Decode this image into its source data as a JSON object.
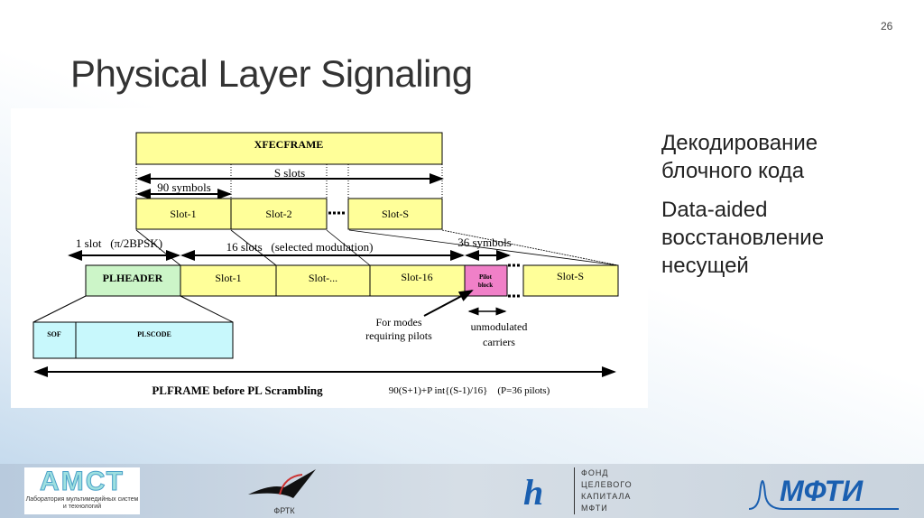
{
  "slide": {
    "number": "26",
    "title": "Physical Layer Signaling"
  },
  "diagram": {
    "xfecframe": "XFECFRAME",
    "s_slots": "S slots",
    "symbols90": "90 symbols",
    "top_slots": [
      "Slot-1",
      "Slot-2",
      "Slot-S"
    ],
    "one_slot": "1 slot   (π/2BPSK)",
    "sixteen_slots": "16 slots   (selected modulation)",
    "symbols36": "36 symbols",
    "plheader": "PLHEADER",
    "pl_slots": [
      "Slot-1",
      "Slot-...",
      "Slot-16"
    ],
    "pilot": [
      "Pilot",
      "block"
    ],
    "slot_s": "Slot-S",
    "sof": "SOF",
    "plscode": "PLSCODE",
    "for_modes": [
      "For modes",
      "requiring pilots"
    ],
    "unmodulated": [
      "unmodulated",
      "carriers"
    ],
    "plframe": "PLFRAME before PL Scrambling",
    "formula": "90(S+1)+P int{(S-1)/16}    (P=36 pilots)"
  },
  "bullets": [
    [
      "Декодирование",
      "блочного кода"
    ],
    [
      "Data-aided",
      "восстановление",
      "несущей"
    ]
  ],
  "footer": {
    "amst": "АМСТ",
    "amst_sub": "Лаборатория мультимедийных систем и технологий",
    "frtk": "ФРТК",
    "fund": [
      "ФОНД",
      "ЦЕЛЕВОГО",
      "КАПИТАЛА",
      "МФТИ"
    ],
    "mipt": "МФТИ"
  }
}
